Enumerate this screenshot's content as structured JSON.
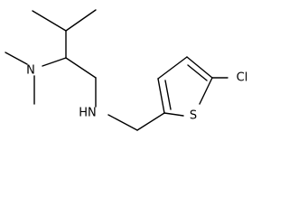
{
  "atoms": {
    "n_amine": "N",
    "n_secondary": "HN",
    "s_thiophene": "S",
    "cl": "Cl"
  },
  "colors": {
    "bond": "#000000",
    "background": "#ffffff"
  }
}
